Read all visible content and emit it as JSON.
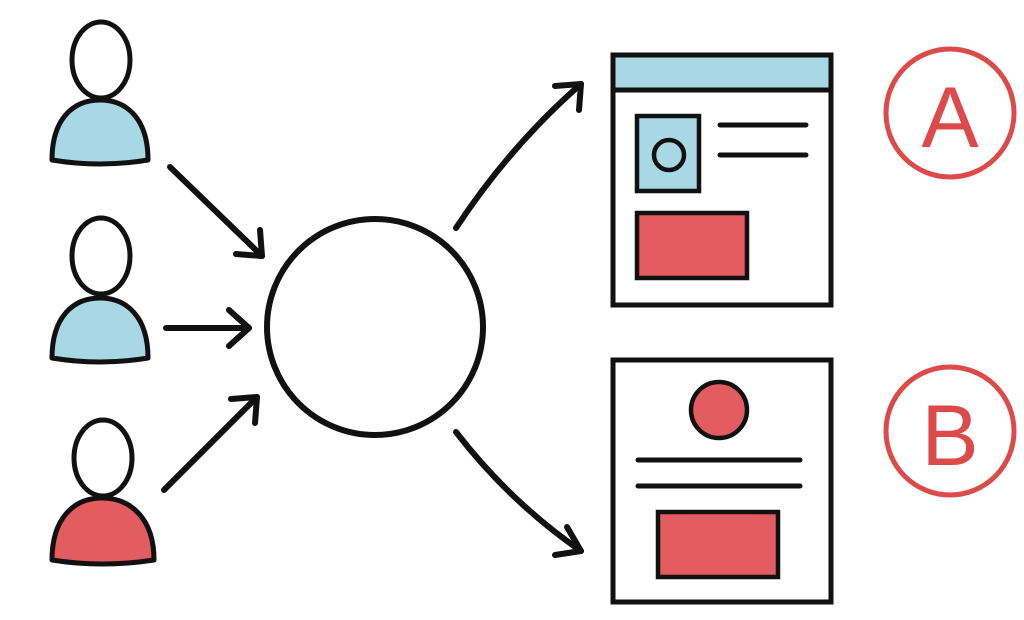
{
  "diagram": {
    "users": [
      {
        "group": "control",
        "icon": "user-icon"
      },
      {
        "group": "control",
        "icon": "user-icon"
      },
      {
        "group": "variant",
        "icon": "user-icon"
      }
    ],
    "splitter": {
      "icon": "split-node-icon"
    },
    "variants": [
      {
        "label": "A",
        "layout": "image-left-with-lines-and-button"
      },
      {
        "label": "B",
        "layout": "centered-circle-with-lines-and-button"
      }
    ],
    "colors": {
      "stroke": "#111111",
      "blue": "#a8d8e3",
      "red": "#e35c5f",
      "label_red": "#dc4a4a",
      "background": "#ffffff"
    }
  }
}
